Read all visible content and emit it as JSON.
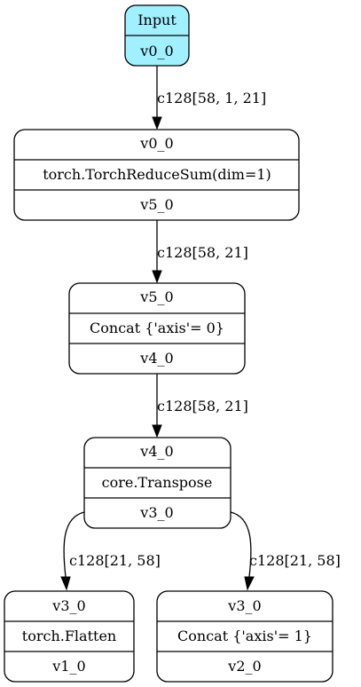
{
  "nodes": {
    "input": {
      "top": "Input",
      "bottom": "v0_0"
    },
    "reduce_sum": {
      "top": "v0_0",
      "middle": "torch.TorchReduceSum(dim=1)",
      "bottom": "v5_0"
    },
    "concat0": {
      "top": "v5_0",
      "middle": "Concat {'axis'= 0}",
      "bottom": "v4_0"
    },
    "transpose": {
      "top": "v4_0",
      "middle": "core.Transpose",
      "bottom": "v3_0"
    },
    "flatten": {
      "top": "v3_0",
      "middle": "torch.Flatten",
      "bottom": "v1_0"
    },
    "concat1": {
      "top": "v3_0",
      "middle": "Concat {'axis'= 1}",
      "bottom": "v2_0"
    }
  },
  "edges": {
    "input_to_reduce": "c128[58, 1, 21]",
    "reduce_to_concat0": "c128[58, 21]",
    "concat0_to_transpose": "c128[58, 21]",
    "transpose_to_flatten": "c128[21, 58]",
    "transpose_to_concat1": "c128[21, 58]"
  },
  "colors": {
    "input_fill": "#a0f0ff",
    "default_fill": "#ffffff",
    "stroke": "#000000"
  }
}
